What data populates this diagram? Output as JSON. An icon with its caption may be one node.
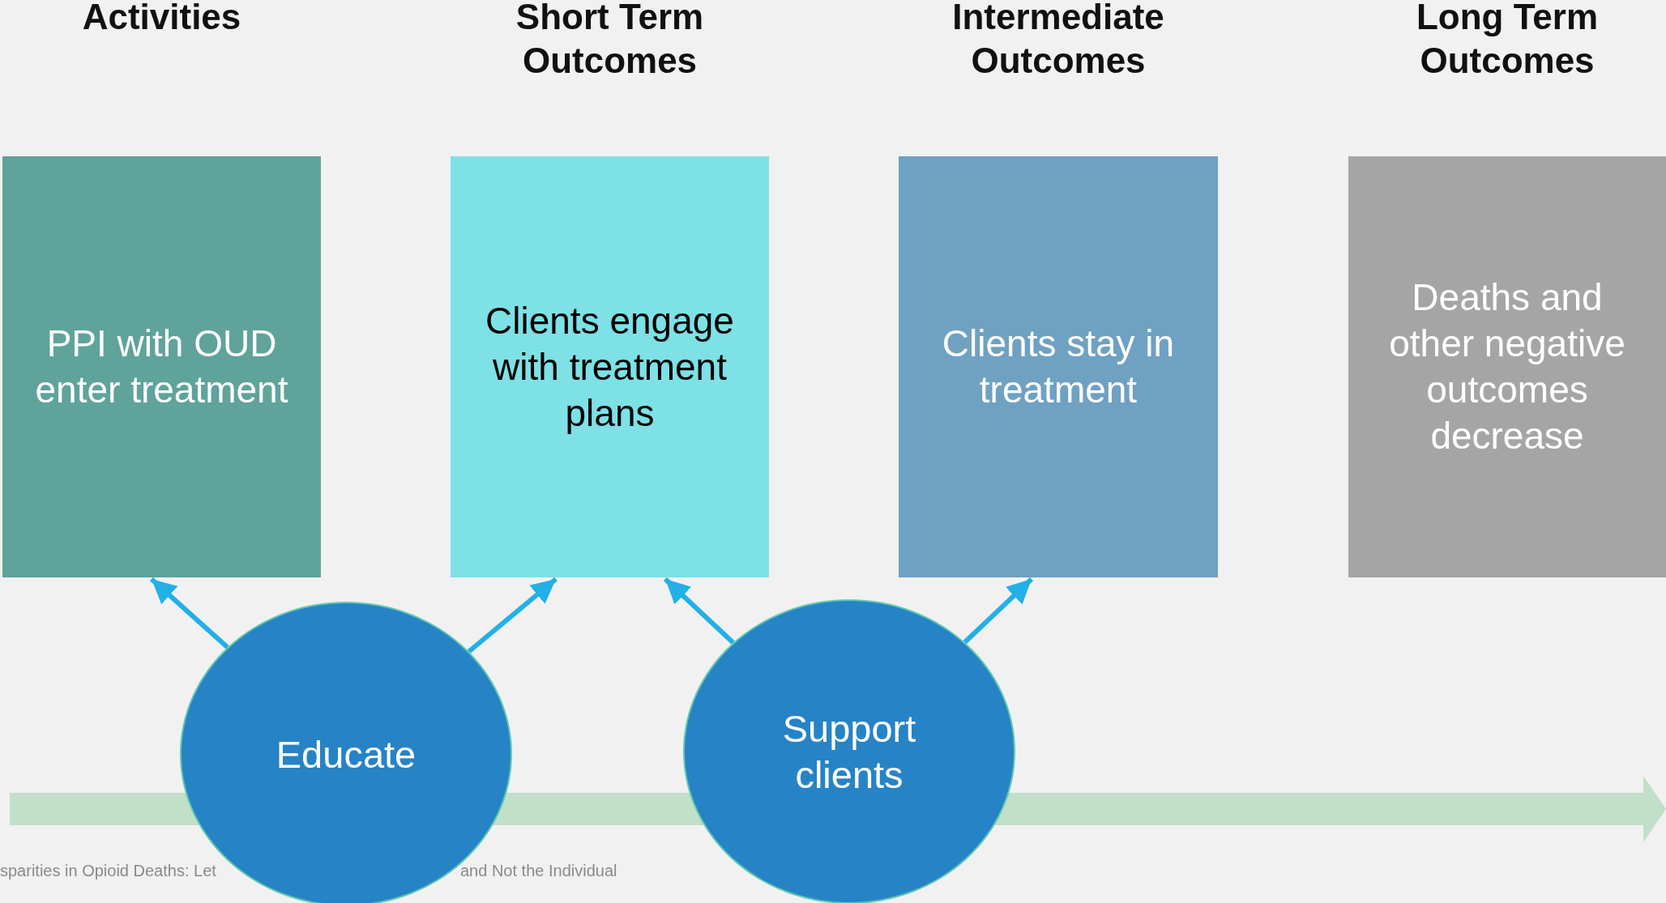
{
  "diagram": {
    "nodes": [
      {
        "text": [
          "Activities",
          "PPI with OUD enter treatment"
        ]
      },
      {
        "text": [
          "Short Term Outcomes",
          "Clients engage with treatment plans"
        ]
      },
      {
        "text": [
          "Intermediate Outcomes",
          "Clients stay in treatment"
        ]
      },
      {
        "text": [
          "Long Term Outcomes",
          "Deaths and other negative outcomes decrease"
        ]
      },
      {
        "text": [
          "Educate"
        ]
      },
      {
        "text": [
          "Support clients"
        ]
      }
    ],
    "edges": [
      {
        "from": 4,
        "to": 0,
        "arrow": "to"
      },
      {
        "from": 4,
        "to": 1,
        "arrow": "to"
      },
      {
        "from": 5,
        "to": 1,
        "arrow": "to"
      },
      {
        "from": 5,
        "to": 2,
        "arrow": "to"
      }
    ],
    "labels": [
      "sparities in Opioid Deaths: Let",
      "and Not the Individual"
    ]
  }
}
